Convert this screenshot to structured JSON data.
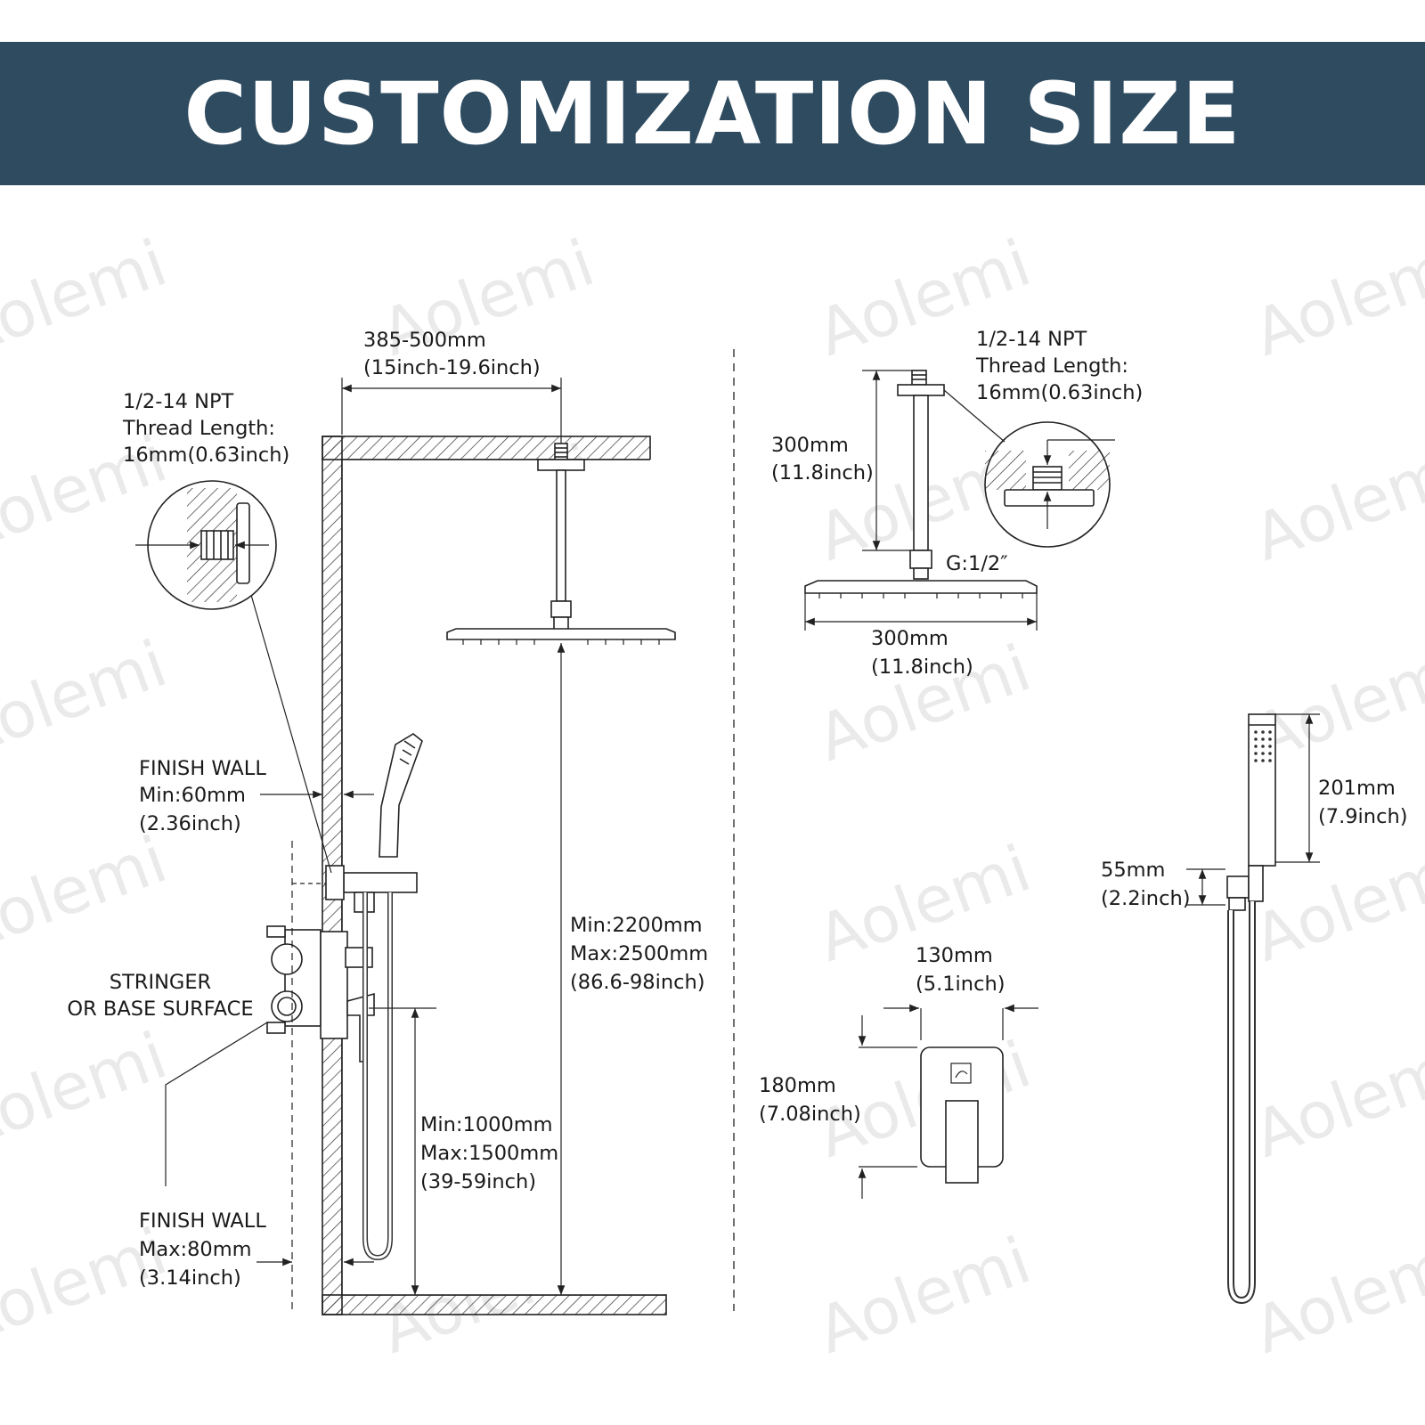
{
  "header": {
    "title": "CUSTOMIZATION SIZE",
    "bg_color": "#2e4b60",
    "text_color": "#ffffff"
  },
  "watermark": {
    "text": "Aolemi"
  },
  "main_install": {
    "arm_width": {
      "mm": "385-500mm",
      "inch": "(15inch-19.6inch)"
    },
    "thread": {
      "line1": "1/2-14 NPT",
      "line2": "Thread Length:",
      "line3": "16mm(0.63inch)"
    },
    "finish_wall_min": {
      "title": "FINISH WALL",
      "value": "Min:60mm",
      "inch": "(2.36inch)"
    },
    "stringer": {
      "line1": "STRINGER",
      "line2": "OR BASE SURFACE"
    },
    "finish_wall_max": {
      "title": "FINISH WALL",
      "value": "Max:80mm",
      "inch": "(3.14inch)"
    },
    "head_height": {
      "min": "Min:2200mm",
      "max": "Max:2500mm",
      "inch": "(86.6-98inch)"
    },
    "valve_height": {
      "min": "Min:1000mm",
      "max": "Max:1500mm",
      "inch": "(39-59inch)"
    }
  },
  "shower_head_detail": {
    "thread": {
      "line1": "1/2-14 NPT",
      "line2": "Thread Length:",
      "line3": "16mm(0.63inch)"
    },
    "arm_length": {
      "mm": "300mm",
      "inch": "(11.8inch)"
    },
    "connector": "G:1/2″",
    "head_width": {
      "mm": "300mm",
      "inch": "(11.8inch)"
    }
  },
  "trim_plate": {
    "width": {
      "mm": "130mm",
      "inch": "(5.1inch)"
    },
    "height": {
      "mm": "180mm",
      "inch": "(7.08inch)"
    }
  },
  "hand_shower": {
    "length": {
      "mm": "201mm",
      "inch": "(7.9inch)"
    },
    "holder": {
      "mm": "55mm",
      "inch": "(2.2inch)"
    }
  }
}
